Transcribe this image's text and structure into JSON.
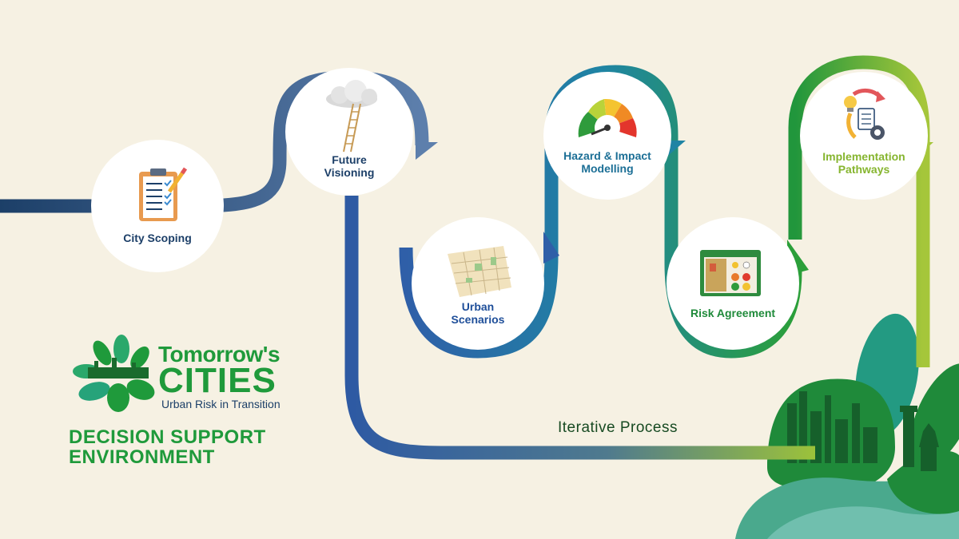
{
  "stages": [
    {
      "label": "City Scoping",
      "icon": "clipboard-checklist-icon",
      "color": "#1c3f68"
    },
    {
      "label": "Future\nVisioning",
      "icon": "cloud-ladder-icon",
      "color": "#1c3f68"
    },
    {
      "label": "Urban\nScenarios",
      "icon": "city-map-icon",
      "color": "#1e4e99"
    },
    {
      "label": "Hazard & Impact\nModelling",
      "icon": "speedometer-gauge-icon",
      "color": "#1c6f96"
    },
    {
      "label": "Risk Agreement",
      "icon": "risk-dashboard-icon",
      "color": "#1f8a3a"
    },
    {
      "label": "Implementation\nPathways",
      "icon": "lightbulb-gears-cycle-icon",
      "color": "#86b52f"
    }
  ],
  "process_label": "Iterative Process",
  "logo": {
    "line1": "Tomorrow's",
    "line2": "CITIES",
    "tagline": "Urban Risk in Transition"
  },
  "title": "DECISION SUPPORT\nENVIRONMENT",
  "colors": {
    "background": "#f6f1e3",
    "brand_green": "#1f9a3b",
    "navy": "#1c3f68",
    "blue": "#2f5fa8",
    "teal": "#1f84a4",
    "lime": "#9cc23a"
  }
}
